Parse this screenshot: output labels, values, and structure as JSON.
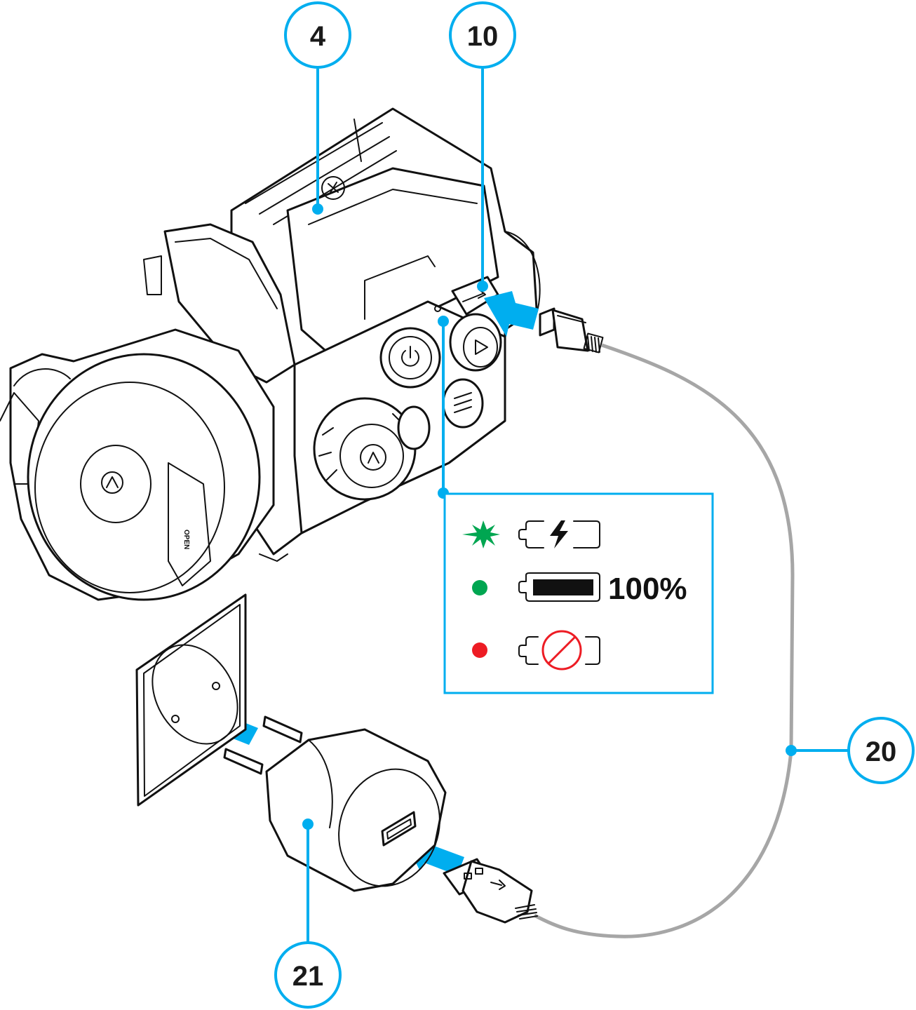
{
  "diagram": {
    "title": "Charging the device via USB cable and network adapter",
    "accent_color": "#00aeef",
    "cable_color": "#a6a6a6",
    "callouts": [
      {
        "id": "callout-4",
        "label": "4",
        "target": "battery pack"
      },
      {
        "id": "callout-10",
        "label": "10",
        "target": "USB port"
      },
      {
        "id": "callout-20",
        "label": "20",
        "target": "USB cable"
      },
      {
        "id": "callout-21",
        "label": "21",
        "target": "network adapter"
      }
    ],
    "charge_indicator_legend": {
      "rows": [
        {
          "led": "flashing green",
          "led_color": "#00a651",
          "battery_icon": "battery-charging-icon",
          "text": ""
        },
        {
          "led": "steady green",
          "led_color": "#00a651",
          "battery_icon": "battery-full-icon",
          "text": "100%"
        },
        {
          "led": "steady red",
          "led_color": "#ed1c24",
          "battery_icon": "battery-error-icon",
          "text": ""
        }
      ]
    }
  }
}
